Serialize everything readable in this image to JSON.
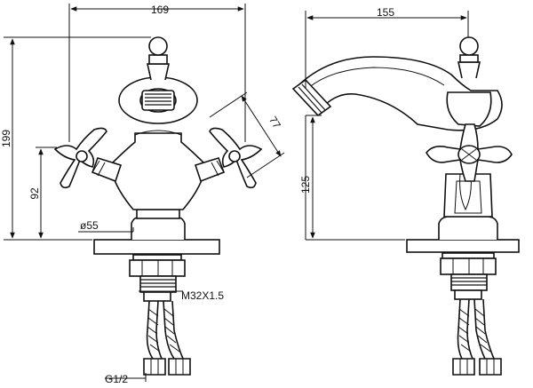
{
  "dimensions": {
    "front_width": "169",
    "front_height": "199",
    "handle_height": "92",
    "handle_angle": "77",
    "base_diameter": "ø55",
    "thread": "M32X1.5",
    "hose_thread": "G1/2",
    "side_spout": "155",
    "side_height": "125"
  }
}
